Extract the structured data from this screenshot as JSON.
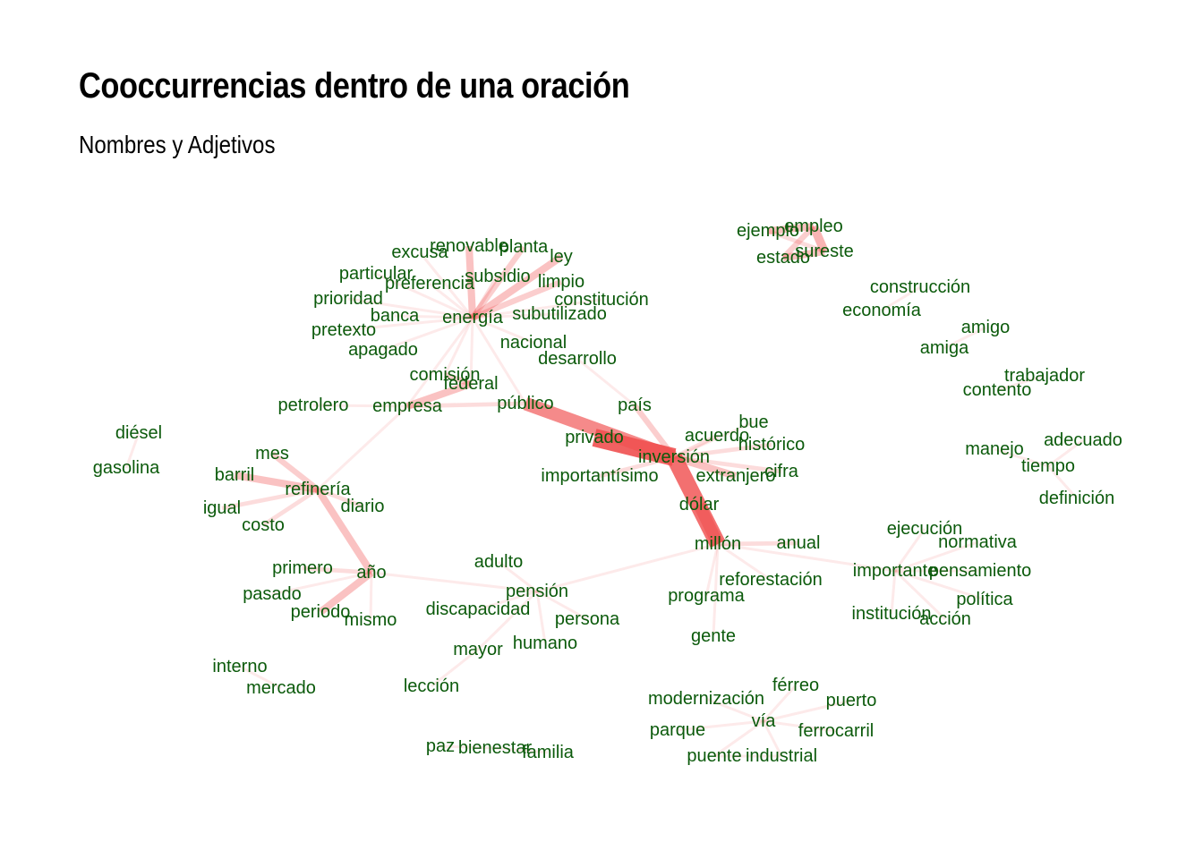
{
  "title": "Cooccurrencias dentro de una oración",
  "subtitle": "Nombres y Adjetivos",
  "colors": {
    "edge": "#f05050",
    "label": "#0b5a0b",
    "background": "#ffffff"
  },
  "nodes": [
    "energía",
    "renovable",
    "planta",
    "excusa",
    "ley",
    "particular",
    "subsidio",
    "preferencia",
    "limpio",
    "prioridad",
    "constitución",
    "subutilizado",
    "banca",
    "pretexto",
    "nacional",
    "apagado",
    "desarrollo",
    "comisión",
    "federal",
    "petrolero",
    "empresa",
    "público",
    "país",
    "privado",
    "inversión",
    "acuerdo",
    "bue",
    "histórico",
    "importantísimo",
    "extranjero",
    "cifra",
    "dólar",
    "millón",
    "anual",
    "reforestación",
    "programa",
    "gente",
    "empleo",
    "ejemplo",
    "sureste",
    "estado",
    "construcción",
    "economía",
    "amigo",
    "amiga",
    "trabajador",
    "contento",
    "adecuado",
    "manejo",
    "tiempo",
    "definición",
    "diésel",
    "gasolina",
    "mes",
    "barril",
    "refinería",
    "igual",
    "diario",
    "costo",
    "primero",
    "año",
    "pasado",
    "periodo",
    "mismo",
    "adulto",
    "pensión",
    "discapacidad",
    "persona",
    "mayor",
    "humano",
    "ejecución",
    "normativa",
    "importante",
    "pensamiento",
    "política",
    "institución",
    "acción",
    "interno",
    "mercado",
    "lección",
    "férreo",
    "modernización",
    "puerto",
    "vía",
    "parque",
    "ferrocarril",
    "puente",
    "industrial",
    "paz",
    "bienestar",
    "familia"
  ],
  "edges": [
    {
      "from": "inversión",
      "to": "privado",
      "weight": 12
    },
    {
      "from": "inversión",
      "to": "público",
      "weight": 9
    },
    {
      "from": "inversión",
      "to": "millón",
      "weight": 11
    },
    {
      "from": "millón",
      "to": "dólar",
      "weight": 8
    },
    {
      "from": "inversión",
      "to": "país",
      "weight": 4
    },
    {
      "from": "inversión",
      "to": "extranjero",
      "weight": 5
    },
    {
      "from": "inversión",
      "to": "acuerdo",
      "weight": 3
    },
    {
      "from": "inversión",
      "to": "histórico",
      "weight": 3
    },
    {
      "from": "inversión",
      "to": "bue",
      "weight": 2
    },
    {
      "from": "inversión",
      "to": "cifra",
      "weight": 3
    },
    {
      "from": "inversión",
      "to": "importantísimo",
      "weight": 3
    },
    {
      "from": "país",
      "to": "desarrollo",
      "weight": 2
    },
    {
      "from": "energía",
      "to": "renovable",
      "weight": 5
    },
    {
      "from": "energía",
      "to": "planta",
      "weight": 4
    },
    {
      "from": "energía",
      "to": "ley",
      "weight": 5
    },
    {
      "from": "energía",
      "to": "excusa",
      "weight": 2
    },
    {
      "from": "energía",
      "to": "particular",
      "weight": 2
    },
    {
      "from": "energía",
      "to": "subsidio",
      "weight": 3
    },
    {
      "from": "energía",
      "to": "preferencia",
      "weight": 2
    },
    {
      "from": "energía",
      "to": "limpio",
      "weight": 4
    },
    {
      "from": "energía",
      "to": "prioridad",
      "weight": 2
    },
    {
      "from": "energía",
      "to": "constitución",
      "weight": 2
    },
    {
      "from": "energía",
      "to": "subutilizado",
      "weight": 2
    },
    {
      "from": "energía",
      "to": "banca",
      "weight": 2
    },
    {
      "from": "energía",
      "to": "pretexto",
      "weight": 2
    },
    {
      "from": "energía",
      "to": "nacional",
      "weight": 2
    },
    {
      "from": "energía",
      "to": "apagado",
      "weight": 2
    },
    {
      "from": "energía",
      "to": "comisión",
      "weight": 2
    },
    {
      "from": "energía",
      "to": "federal",
      "weight": 2
    },
    {
      "from": "energía",
      "to": "empresa",
      "weight": 2
    },
    {
      "from": "energía",
      "to": "público",
      "weight": 2
    },
    {
      "from": "comisión",
      "to": "federal",
      "weight": 4
    },
    {
      "from": "empresa",
      "to": "federal",
      "weight": 5
    },
    {
      "from": "empresa",
      "to": "público",
      "weight": 3
    },
    {
      "from": "empresa",
      "to": "petrolero",
      "weight": 2
    },
    {
      "from": "empresa",
      "to": "refinería",
      "weight": 2
    },
    {
      "from": "empleo",
      "to": "ejemplo",
      "weight": 5
    },
    {
      "from": "empleo",
      "to": "sureste",
      "weight": 6
    },
    {
      "from": "empleo",
      "to": "estado",
      "weight": 4
    },
    {
      "from": "ejemplo",
      "to": "sureste",
      "weight": 3
    },
    {
      "from": "estado",
      "to": "sureste",
      "weight": 5
    },
    {
      "from": "diésel",
      "to": "gasolina",
      "weight": 2
    },
    {
      "from": "refinería",
      "to": "mes",
      "weight": 4
    },
    {
      "from": "refinería",
      "to": "barril",
      "weight": 5
    },
    {
      "from": "refinería",
      "to": "igual",
      "weight": 3
    },
    {
      "from": "refinería",
      "to": "costo",
      "weight": 3
    },
    {
      "from": "refinería",
      "to": "diario",
      "weight": 3
    },
    {
      "from": "refinería",
      "to": "año",
      "weight": 5
    },
    {
      "from": "año",
      "to": "primero",
      "weight": 3
    },
    {
      "from": "año",
      "to": "pasado",
      "weight": 2
    },
    {
      "from": "año",
      "to": "periodo",
      "weight": 5
    },
    {
      "from": "año",
      "to": "mismo",
      "weight": 2
    },
    {
      "from": "año",
      "to": "pensión",
      "weight": 2
    },
    {
      "from": "pensión",
      "to": "millón",
      "weight": 2
    },
    {
      "from": "pensión",
      "to": "adulto",
      "weight": 2
    },
    {
      "from": "pensión",
      "to": "discapacidad",
      "weight": 2
    },
    {
      "from": "pensión",
      "to": "persona",
      "weight": 2
    },
    {
      "from": "pensión",
      "to": "mayor",
      "weight": 2
    },
    {
      "from": "pensión",
      "to": "humano",
      "weight": 2
    },
    {
      "from": "mayor",
      "to": "lección",
      "weight": 2
    },
    {
      "from": "millón",
      "to": "anual",
      "weight": 3
    },
    {
      "from": "millón",
      "to": "reforestación",
      "weight": 2
    },
    {
      "from": "millón",
      "to": "programa",
      "weight": 2
    },
    {
      "from": "millón",
      "to": "gente",
      "weight": 2
    },
    {
      "from": "millón",
      "to": "importante",
      "weight": 2
    },
    {
      "from": "importante",
      "to": "ejecución",
      "weight": 2
    },
    {
      "from": "importante",
      "to": "normativa",
      "weight": 2
    },
    {
      "from": "importante",
      "to": "pensamiento",
      "weight": 2
    },
    {
      "from": "importante",
      "to": "política",
      "weight": 2
    },
    {
      "from": "importante",
      "to": "institución",
      "weight": 2
    },
    {
      "from": "importante",
      "to": "acción",
      "weight": 2
    },
    {
      "from": "vía",
      "to": "férreo",
      "weight": 2
    },
    {
      "from": "vía",
      "to": "modernización",
      "weight": 2
    },
    {
      "from": "vía",
      "to": "puerto",
      "weight": 2
    },
    {
      "from": "vía",
      "to": "parque",
      "weight": 2
    },
    {
      "from": "vía",
      "to": "ferrocarril",
      "weight": 2
    },
    {
      "from": "vía",
      "to": "puente",
      "weight": 2
    },
    {
      "from": "vía",
      "to": "industrial",
      "weight": 2
    },
    {
      "from": "puente",
      "to": "industrial",
      "weight": 2
    },
    {
      "from": "construcción",
      "to": "economía",
      "weight": 2
    },
    {
      "from": "amigo",
      "to": "amiga",
      "weight": 2
    },
    {
      "from": "trabajador",
      "to": "contento",
      "weight": 2
    },
    {
      "from": "manejo",
      "to": "tiempo",
      "weight": 2
    },
    {
      "from": "adecuado",
      "to": "tiempo",
      "weight": 2
    },
    {
      "from": "tiempo",
      "to": "definición",
      "weight": 2
    },
    {
      "from": "interno",
      "to": "mercado",
      "weight": 2
    },
    {
      "from": "paz",
      "to": "bienestar",
      "weight": 2
    },
    {
      "from": "bienestar",
      "to": "familia",
      "weight": 2
    }
  ]
}
